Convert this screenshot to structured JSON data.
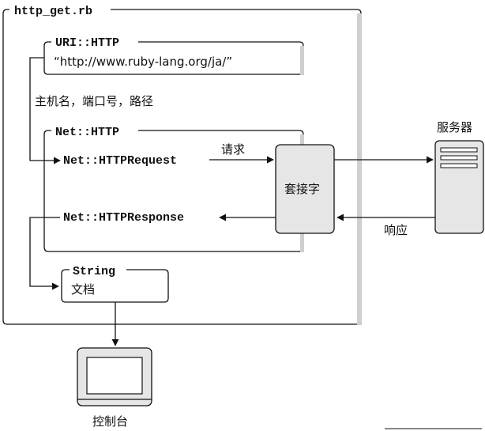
{
  "outer_box": {
    "title": "http_get.rb"
  },
  "uri_box": {
    "title": "URI::HTTP",
    "value": "“http://www.ruby-lang.org/ja/”"
  },
  "uri_output_label": "主机名，端口号，路径",
  "net_box": {
    "title": "Net::HTTP",
    "request": "Net::HTTPRequest",
    "response": "Net::HTTPResponse"
  },
  "request_arrow_label": "请求",
  "socket_label": "套接字",
  "server_label": "服务器",
  "response_arrow_label": "响应",
  "string_box": {
    "title": "String",
    "value": "文档"
  },
  "console_label": "控制台",
  "colors": {
    "box_fill": "#e6e6e6",
    "stroke": "#111111",
    "background": "#ffffff"
  }
}
